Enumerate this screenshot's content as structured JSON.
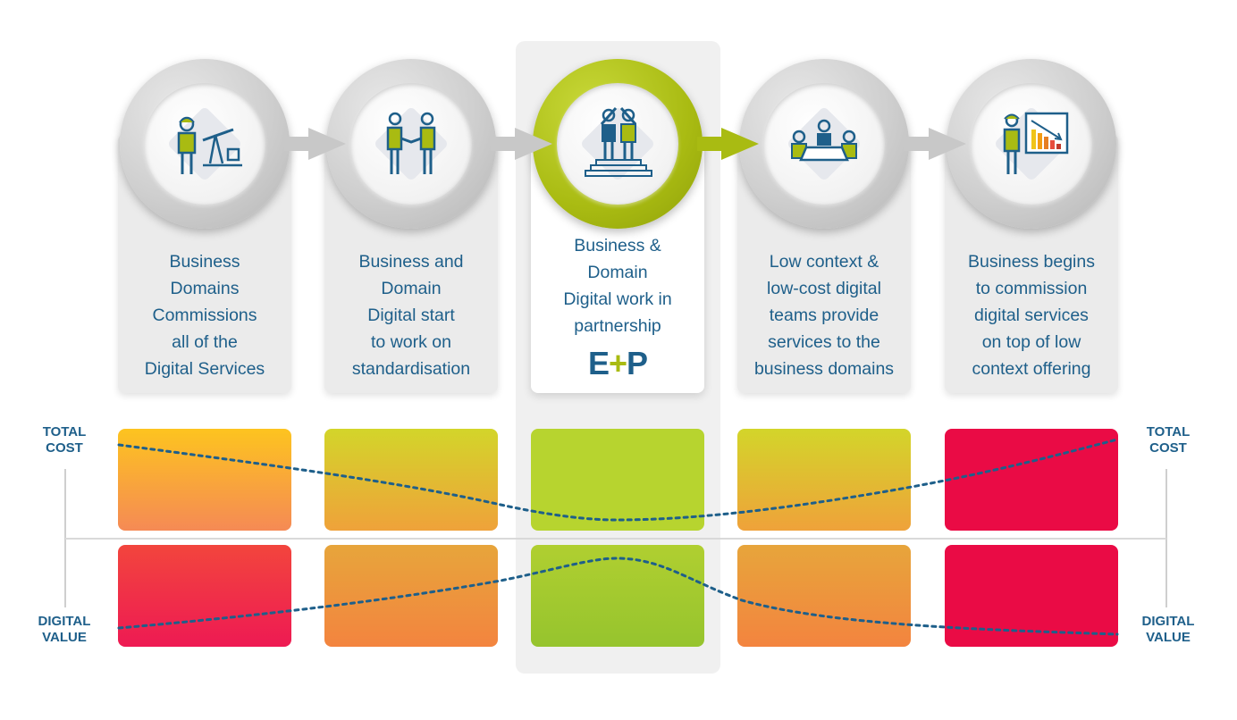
{
  "stages": [
    {
      "lines": [
        "Business",
        "Domains",
        "Commissions",
        "all of the",
        "Digital Services"
      ],
      "icon": "oil-worker-pumpjack-icon"
    },
    {
      "lines": [
        "Business and",
        "Domain",
        "Digital start",
        "to work on",
        "standardisation"
      ],
      "icon": "handshake-icon"
    },
    {
      "lines": [
        "Business &",
        "Domain",
        "Digital work in",
        "partnership"
      ],
      "icon": "high-five-podium-icon",
      "logo": {
        "left": "E",
        "plus": "+",
        "right": "P"
      }
    },
    {
      "lines": [
        "Low context &",
        "low-cost digital",
        "teams provide",
        "services to the",
        "business domains"
      ],
      "icon": "meeting-table-icon"
    },
    {
      "lines": [
        "Business begins",
        "to commission",
        "digital services",
        "on top of low",
        "context offering"
      ],
      "icon": "presenter-declining-chart-icon"
    }
  ],
  "labels": {
    "top_left": [
      "TOTAL",
      "COST"
    ],
    "bottom_left": [
      "DIGITAL",
      "VALUE"
    ],
    "top_right": [
      "TOTAL",
      "COST"
    ],
    "bottom_right": [
      "DIGITAL",
      "VALUE"
    ]
  },
  "colors": {
    "text_blue": "#1e5f8a",
    "accent_green": "#a9bb12",
    "cost_blocks": [
      [
        "#fdc41f",
        "#f58a55"
      ],
      [
        "#d3d52a",
        "#efa23a"
      ],
      [
        "#b7d42f",
        "#b7d42f"
      ],
      [
        "#d3d52a",
        "#efa23a"
      ],
      [
        "#ea0b45",
        "#ea0b45"
      ]
    ],
    "value_blocks": [
      [
        "#f2453d",
        "#ee1a53"
      ],
      [
        "#e7a53b",
        "#f3843f"
      ],
      [
        "#b0cf30",
        "#96c42e"
      ],
      [
        "#e7a53b",
        "#f3843f"
      ],
      [
        "#ea0b45",
        "#ea0b45"
      ]
    ]
  }
}
